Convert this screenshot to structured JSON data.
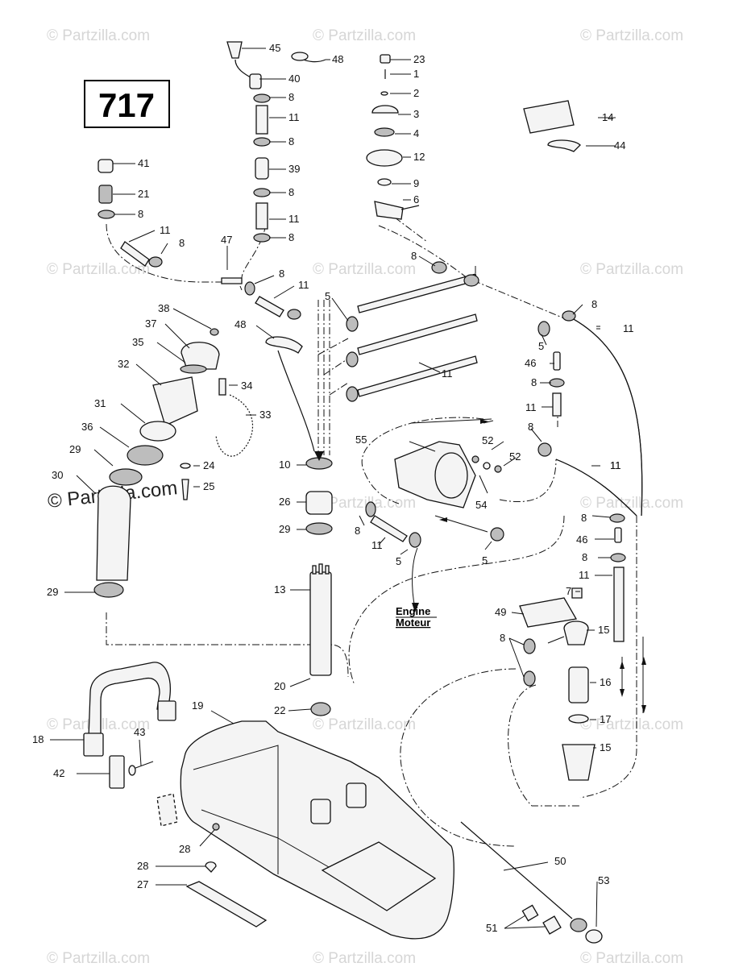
{
  "model_number": "717",
  "watermark": "© Partzilla.com",
  "watermark_large": "© Partzilla.com",
  "engine_label": {
    "line1": "Engine",
    "line2": "Moteur"
  },
  "callouts": [
    "45",
    "48",
    "23",
    "1",
    "40",
    "2",
    "8",
    "3",
    "11",
    "4",
    "8",
    "12",
    "41",
    "39",
    "9",
    "21",
    "8",
    "6",
    "8",
    "8",
    "11",
    "11",
    "47",
    "8",
    "8",
    "11",
    "5",
    "8",
    "38",
    "48",
    "5",
    "37",
    "11",
    "35",
    "46",
    "32",
    "8",
    "34",
    "11",
    "33",
    "31",
    "55",
    "52",
    "8",
    "36",
    "52",
    "11",
    "29",
    "24",
    "54",
    "30",
    "25",
    "10",
    "26",
    "5",
    "29",
    "8",
    "46",
    "11",
    "8",
    "29",
    "8",
    "11",
    "13",
    "5",
    "7",
    "49",
    "15",
    "8",
    "16",
    "20",
    "22",
    "17",
    "19",
    "15",
    "18",
    "43",
    "42",
    "28",
    "28",
    "50",
    "53",
    "27",
    "51",
    "14",
    "44",
    "11",
    "8",
    "11"
  ]
}
